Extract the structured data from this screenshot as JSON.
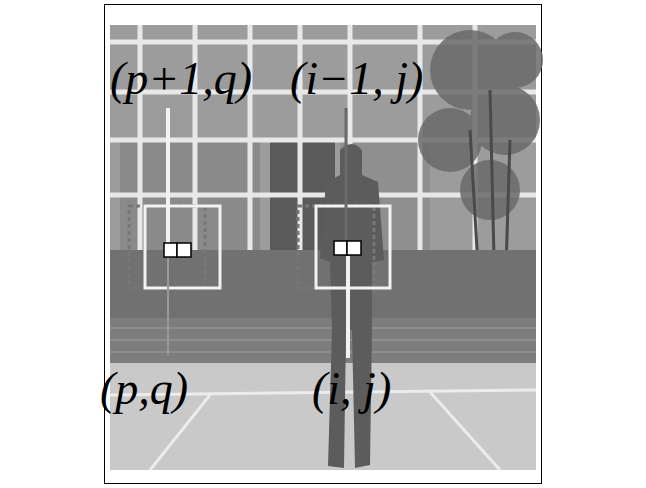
{
  "diagram": {
    "labels": [
      "(p+1,q)",
      "(i−1, j)",
      "(p,q)",
      "(i, j)"
    ]
  }
}
